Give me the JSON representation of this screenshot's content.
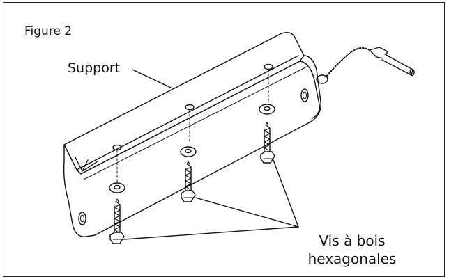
{
  "figure": {
    "label": "Figure 2",
    "callouts": {
      "bracket": "Support",
      "screws_line1": "Vis à bois",
      "screws_line2": "hexagonales"
    }
  },
  "colors": {
    "line": "#111111",
    "background": "#ffffff"
  }
}
